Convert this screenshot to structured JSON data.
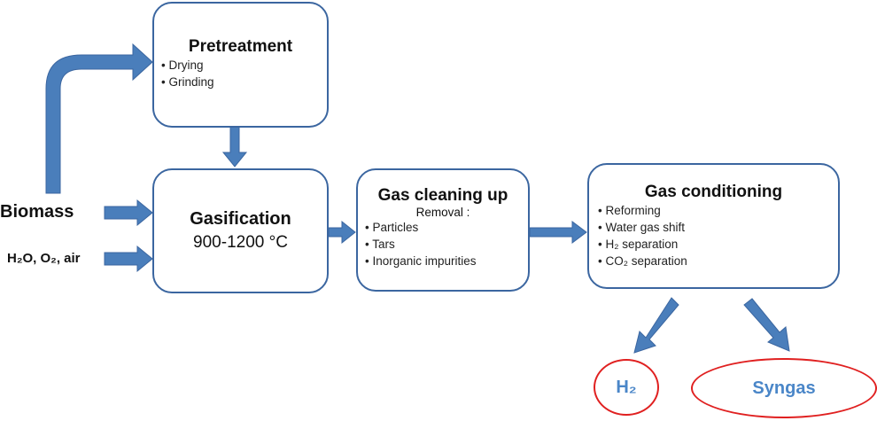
{
  "inputs": {
    "biomass": "Biomass",
    "oxidants": "H₂O, O₂, air"
  },
  "pretreatment": {
    "title": "Pretreatment",
    "items": [
      "Drying",
      "Grinding"
    ]
  },
  "gasification": {
    "title": "Gasification",
    "temperature": "900-1200 °C"
  },
  "gas_cleaning": {
    "title": "Gas cleaning up",
    "subtitle": "Removal :",
    "items": [
      "Particles",
      "Tars",
      "Inorganic impurities"
    ]
  },
  "gas_conditioning": {
    "title": "Gas conditioning",
    "items": [
      "Reforming",
      "Water gas  shift",
      "H₂ separation",
      "CO₂ separation"
    ]
  },
  "outputs": {
    "h2": "H₂",
    "syngas": "Syngas"
  },
  "colors": {
    "arrow": "#4a7ebb",
    "box_border": "#3b66a0",
    "output_border": "#e02020",
    "output_text": "#4a86c8"
  }
}
